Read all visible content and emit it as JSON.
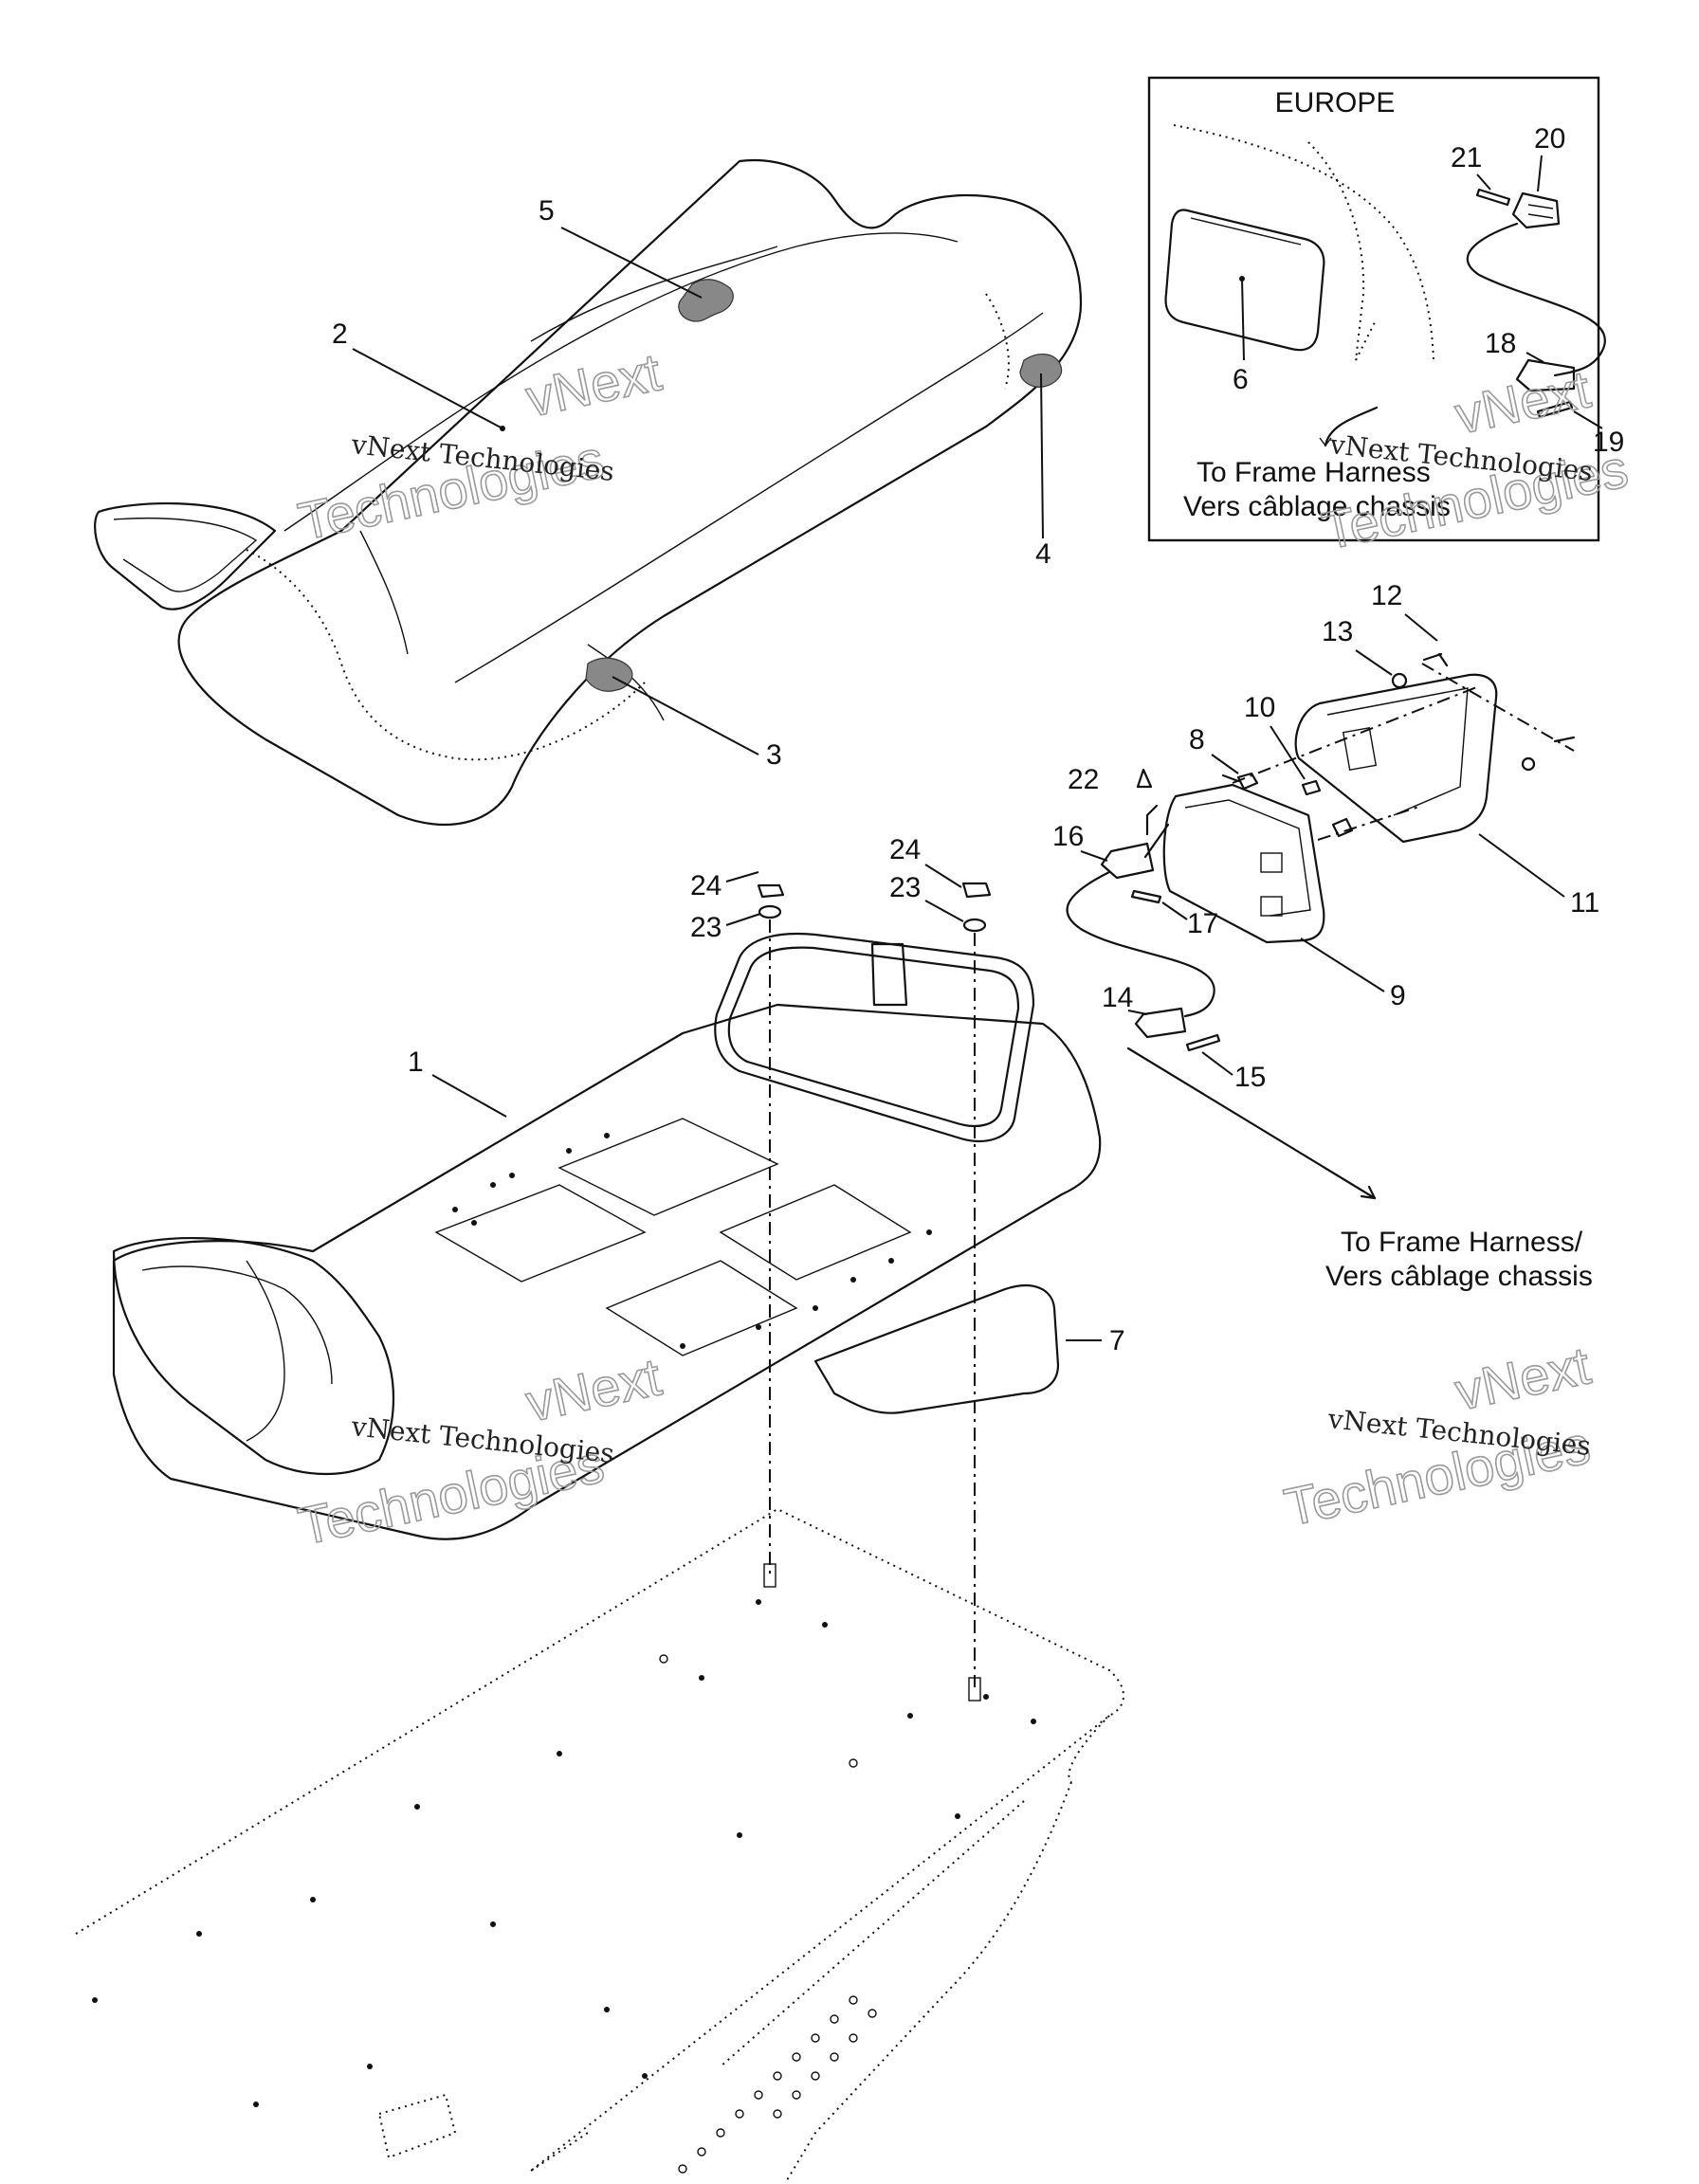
{
  "inset": {
    "title": "EUROPE",
    "note_line1": "To Frame Harness",
    "note_line2": "Vers câblage chassis"
  },
  "note_main": {
    "line1": "To Frame Harness/",
    "line2": "Vers câblage chassis"
  },
  "callouts": {
    "c1": "1",
    "c2": "2",
    "c3": "3",
    "c4": "4",
    "c5": "5",
    "c6": "6",
    "c7": "7",
    "c8": "8",
    "c9": "9",
    "c10": "10",
    "c11": "11",
    "c12": "12",
    "c13": "13",
    "c14": "14",
    "c15": "15",
    "c16": "16",
    "c17": "17",
    "c18": "18",
    "c19": "19",
    "c20": "20",
    "c21": "21",
    "c22": "22",
    "c23a": "23",
    "c23b": "23",
    "c24a": "24",
    "c24b": "24"
  },
  "watermark": {
    "small": "vNext Technologies",
    "big_line1": "vNext",
    "big_line2": "Technologies"
  }
}
